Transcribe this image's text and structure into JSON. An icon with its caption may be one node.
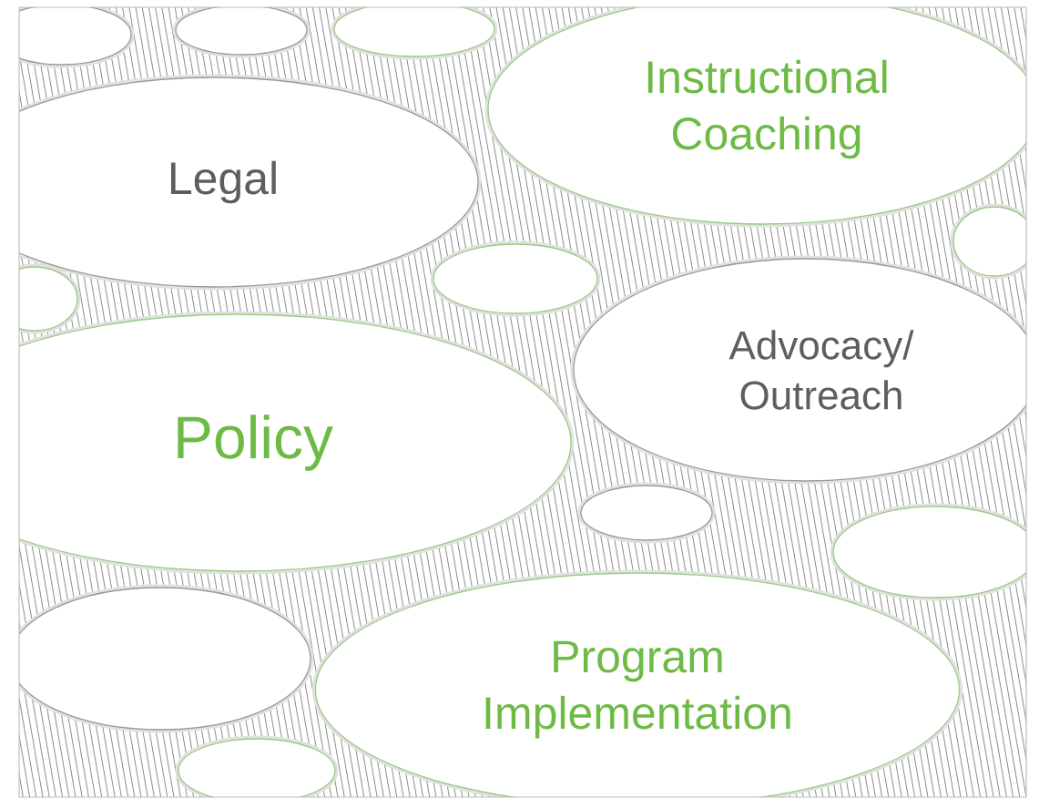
{
  "diagram": {
    "nodes": [
      {
        "text": [],
        "shape": "ellipse"
      },
      {
        "text": [],
        "shape": "ellipse"
      },
      {
        "text": [],
        "shape": "ellipse"
      },
      {
        "text": [
          "Instructional Coaching"
        ]
      },
      {
        "text": [
          "Legal"
        ]
      },
      {
        "text": [],
        "shape": "ellipse"
      },
      {
        "text": [],
        "shape": "ellipse"
      },
      {
        "text": [],
        "shape": "ellipse"
      },
      {
        "text": [
          "Advocacy/ Outreach"
        ]
      },
      {
        "text": [
          "Policy"
        ]
      },
      {
        "text": [],
        "shape": "ellipse"
      },
      {
        "text": [],
        "shape": "ellipse"
      },
      {
        "text": [],
        "shape": "ellipse"
      },
      {
        "text": [
          "Program Implementation"
        ]
      },
      {
        "text": [],
        "shape": "ellipse"
      }
    ]
  }
}
